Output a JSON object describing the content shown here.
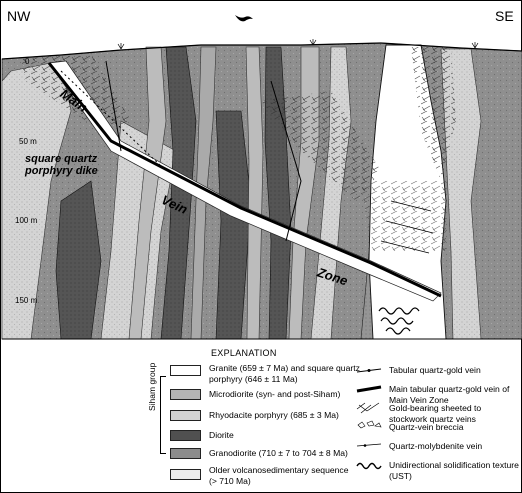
{
  "orientation": {
    "left": "NW",
    "right": "SE"
  },
  "north_arrow_icon": "bird-arrow-icon",
  "depth_labels": [
    "0",
    "50 m",
    "100 m",
    "150 m"
  ],
  "section_labels": {
    "main": "Main",
    "vein": "Vein",
    "zone": "Zone",
    "dike_line1": "square quartz",
    "dike_line2": "porphyry dike"
  },
  "legend": {
    "title": "EXPLANATION",
    "group_label": "Siham group",
    "left_items": [
      {
        "line1": "Granite (659 ± 7 Ma) and square quartz",
        "line2": "porphyry (646 ± 11 Ma)",
        "fill": "#ffffff"
      },
      {
        "line1": "Microdiorite (syn- and post-Siham)",
        "line2": "",
        "fill": "#b4b4b4"
      },
      {
        "line1": "Rhyodacite porphyry (685 ± 3 Ma)",
        "line2": "",
        "fill": "#d2d2d2"
      },
      {
        "line1": "Diorite",
        "line2": "",
        "fill": "#505050"
      },
      {
        "line1": "Granodiorite (710 ± 7 to 704 ± 8 Ma)",
        "line2": "",
        "fill": "#8c8c8c"
      },
      {
        "line1": "Older volcanosedimentary sequence",
        "line2": "(> 710 Ma)",
        "fill": "#ececec"
      }
    ],
    "right_items": [
      {
        "text": "Tabular quartz-gold vein",
        "icon": "tabular-vein-icon"
      },
      {
        "text": "Main tabular quartz-gold vein of Main Vein Zone",
        "icon": "main-vein-icon"
      },
      {
        "text": "Gold-bearing sheeted to stockwork quartz veins",
        "icon": "stockwork-icon"
      },
      {
        "text": "Quartz-vein breccia",
        "icon": "breccia-icon"
      },
      {
        "text": "Quartz-molybdenite vein",
        "icon": "molybdenite-vein-icon"
      },
      {
        "text": "Unidirectional solidification texture (UST)",
        "icon": "ust-icon"
      }
    ]
  },
  "colors": {
    "volcanosed": "#8d8d8d",
    "granodiorite": "#9a9a9a",
    "diorite": "#5a5a5a",
    "microdiorite": "#b9b9b9",
    "rhyodacite": "#d6d6d6",
    "granite": "#ffffff"
  }
}
